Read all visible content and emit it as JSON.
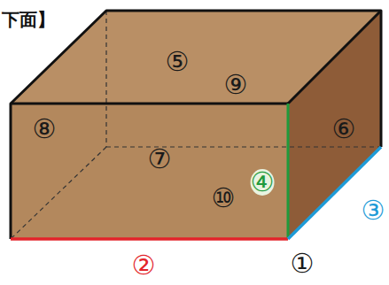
{
  "diagram": {
    "labels": [
      "下面】",
      "⑤",
      "⑨",
      "⑧",
      "⑥",
      "⑦",
      "④",
      "⑩",
      "③",
      "①",
      "②"
    ]
  }
}
